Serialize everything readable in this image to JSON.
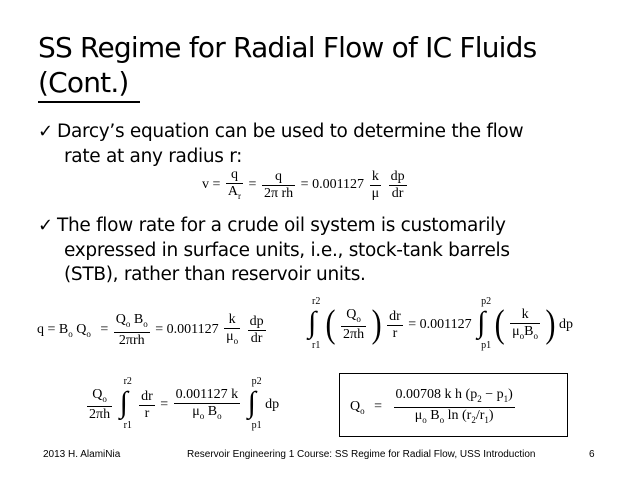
{
  "title": {
    "line1": "SS Regime for Radial Flow of IC Fluids",
    "line2": "(Cont.)"
  },
  "bullets": [
    {
      "mark": "✓",
      "line1": "Darcy’s equation can be used to determine the flow",
      "line2": "rate at any radius r:"
    },
    {
      "mark": "✓",
      "line1": "The flow rate for a crude oil system is customarily",
      "line2": "expressed in surface units, i.e., stock-tank barrels",
      "line3": "(STB), rather than reservoir units."
    }
  ],
  "equations": {
    "eq1": {
      "lhs": "v =",
      "f1_num": "q",
      "f1_den": "A",
      "f1_den_sub": "r",
      "f2_num": "q",
      "f2_den": "2π rh",
      "coef": "= 0.001127",
      "k_num": "k",
      "k_den": "μ",
      "dp_num": "dp",
      "dp_den": "dr"
    },
    "eq2": {
      "lhs": "q = B",
      "lhs_sub": "o",
      "lhs_q": "Q",
      "lhs_q_sub": "o",
      "f1_num": "Q",
      "f1_num_sub": "o",
      "f1_num_b": "B",
      "f1_num_b_sub": "o",
      "f1_den": "2πrh",
      "coef": "= 0.001127",
      "k_num": "k",
      "k_den": "μ",
      "k_den_sub": "o",
      "dp_num": "dp",
      "dp_den": "dr"
    },
    "eq3": {
      "int_hi": "r2",
      "int_lo": "r1",
      "q_num": "Q",
      "q_num_sub": "o",
      "q_den": "2πh",
      "dr_num": "dr",
      "dr_den": "r",
      "coef": "= 0.001127",
      "int2_hi": "p2",
      "int2_lo": "p1",
      "k_num": "k",
      "k_den": "μ",
      "k_den_sub": "o",
      "k_den_b": "B",
      "k_den_b_sub": "o",
      "dp": "dp"
    },
    "eq4": {
      "q_num": "Q",
      "q_num_sub": "o",
      "q_den": "2πh",
      "int_hi": "r2",
      "int_lo": "r1",
      "dr_num": "dr",
      "dr_den": "r",
      "rhs_num": "0.001127 k",
      "rhs_den": "μ",
      "rhs_den_sub": "o",
      "rhs_den_b": "B",
      "rhs_den_b_sub": "o",
      "int2_hi": "p2",
      "int2_lo": "p1",
      "dp": "dp"
    },
    "eq5": {
      "lhs": "Q",
      "lhs_sub": "o",
      "eq": "=",
      "num": "0.00708  k h (p",
      "num_sub2": "2",
      "num_mid": " − p",
      "num_sub1": "1",
      "num_end": ")",
      "den_mu": "μ",
      "den_mu_sub": "o",
      "den_b": "  B",
      "den_b_sub": "o",
      "den_ln": "  ln  (r",
      "den_r2": "2",
      "den_slash": "/r",
      "den_r1": "1",
      "den_end": ")"
    }
  },
  "footer": {
    "left": "2013 H. AlamiNia",
    "center": "Reservoir Engineering 1 Course: SS Regime for Radial Flow, USS Introduction",
    "page": "6"
  }
}
